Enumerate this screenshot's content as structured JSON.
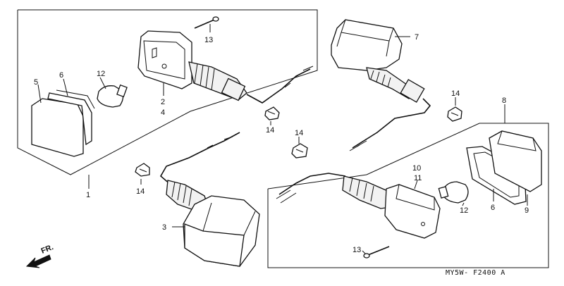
{
  "diagram": {
    "callouts": {
      "c1": "1",
      "c2": "2",
      "c4": "4",
      "c3": "3",
      "c5": "5",
      "c6a": "6",
      "c6b": "6",
      "c7": "7",
      "c8": "8",
      "c9": "9",
      "c10": "10",
      "c11": "11",
      "c12a": "12",
      "c12b": "12",
      "c13a": "13",
      "c13b": "13",
      "c14a": "14",
      "c14b": "14",
      "c14c": "14",
      "c14d": "14"
    },
    "direction_label": "FR.",
    "figure_code": "MY5W- F2400 A",
    "colors": {
      "ink": "#111111",
      "background": "#ffffff"
    }
  }
}
